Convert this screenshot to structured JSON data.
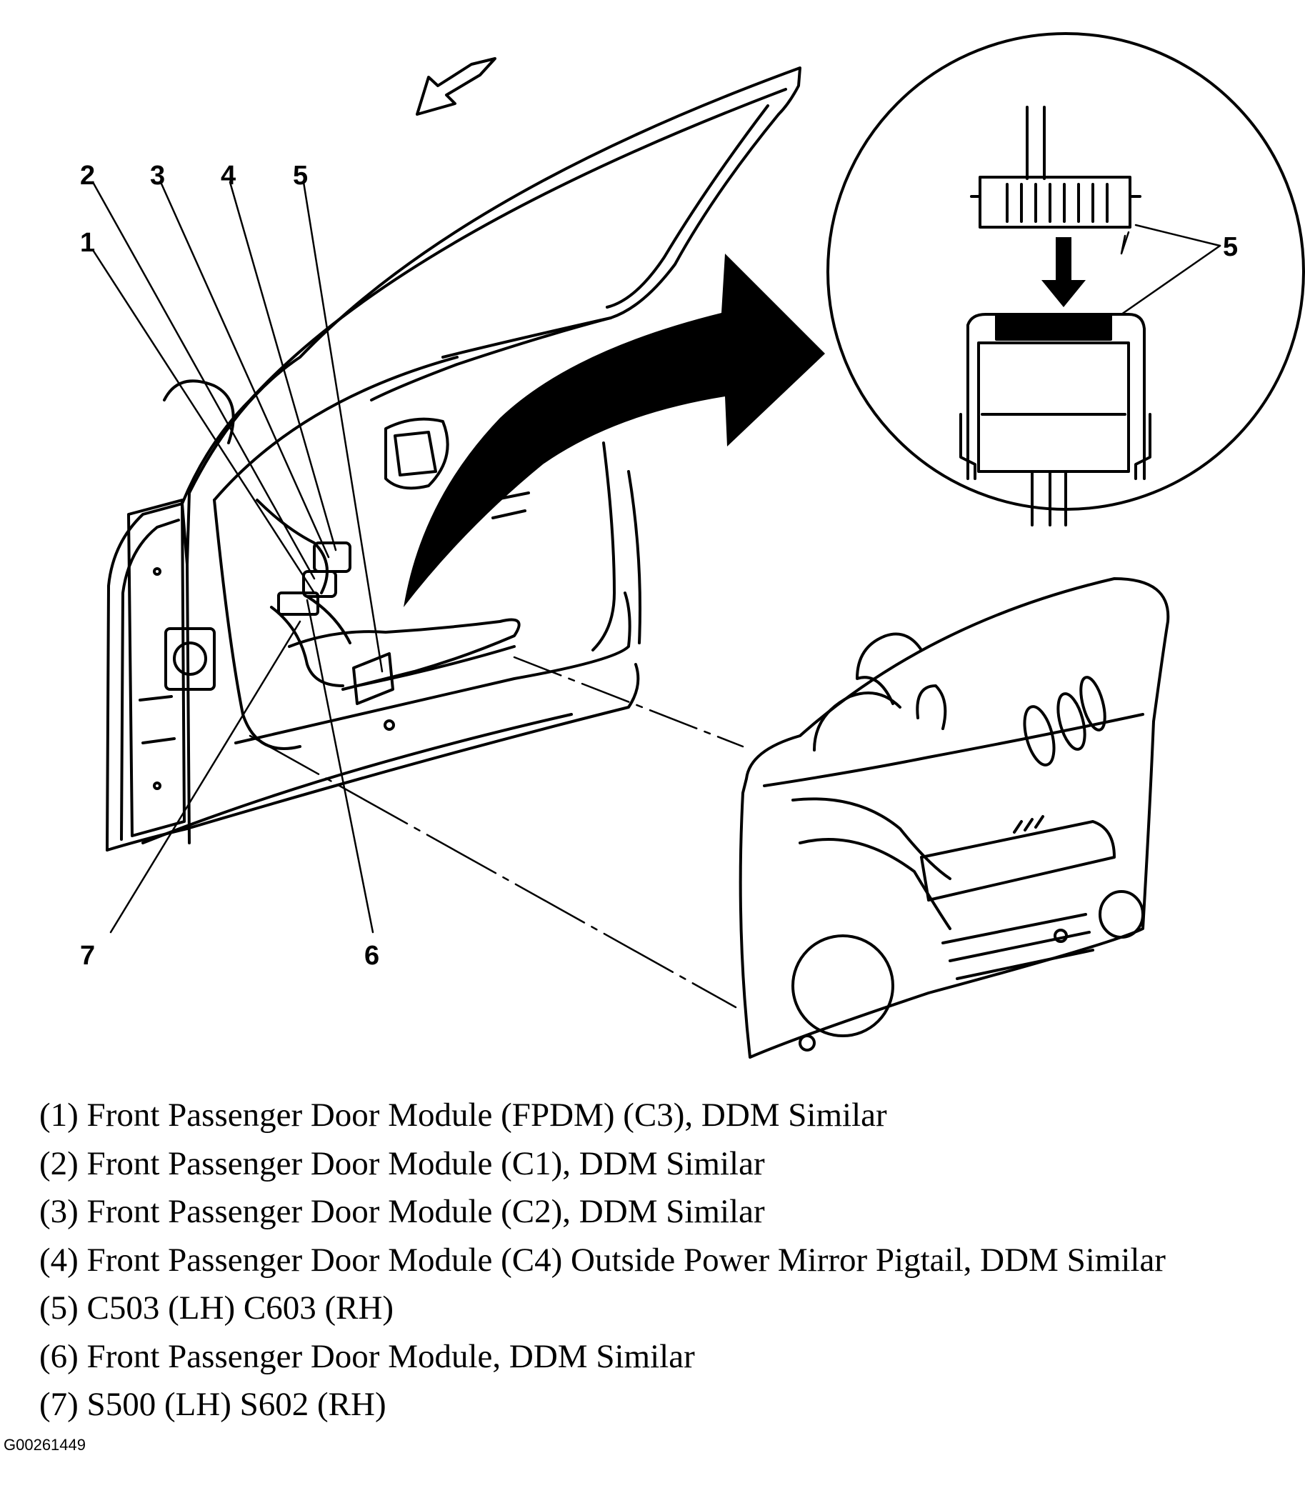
{
  "diagram": {
    "callouts": [
      {
        "id": "callout-1",
        "label": "1"
      },
      {
        "id": "callout-2",
        "label": "2"
      },
      {
        "id": "callout-3",
        "label": "3"
      },
      {
        "id": "callout-4",
        "label": "4"
      },
      {
        "id": "callout-5",
        "label": "5"
      },
      {
        "id": "callout-6",
        "label": "6"
      },
      {
        "id": "callout-7",
        "label": "7"
      },
      {
        "id": "callout-5-detail",
        "label": "5"
      }
    ]
  },
  "legend": {
    "items": [
      "(1) Front Passenger Door Module (FPDM) (C3), DDM Similar",
      "(2) Front Passenger Door Module (C1), DDM Similar",
      "(3) Front Passenger Door Module (C2), DDM Similar",
      "(4) Front Passenger Door Module (C4) Outside Power Mirror Pigtail, DDM Similar",
      "(5) C503 (LH) C603 (RH)",
      "(6) Front Passenger Door Module, DDM Similar",
      "(7) S500 (LH) S602 (RH)"
    ]
  },
  "figure_id": "G00261449"
}
